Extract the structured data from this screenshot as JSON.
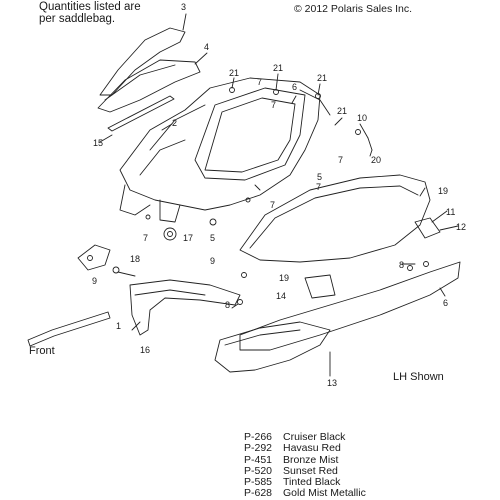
{
  "header": {
    "quantity_note_line1": "Quantities listed are",
    "quantity_note_line2": "per saddlebag.",
    "copyright": "© 2012 Polaris Sales Inc."
  },
  "labels": {
    "front": "Front",
    "view": "LH Shown"
  },
  "callouts": [
    "3",
    "4",
    "21",
    "21",
    "7",
    "6",
    "21",
    "7",
    "21",
    "2",
    "15",
    "10",
    "20",
    "7",
    "5",
    "7",
    "7",
    "19",
    "11",
    "12",
    "7",
    "17",
    "5",
    "9",
    "18",
    "8",
    "14",
    "19",
    "8",
    "9",
    "6",
    "1",
    "16",
    "13"
  ],
  "color_table": [
    {
      "code": "P-266",
      "name": "Cruiser Black"
    },
    {
      "code": "P-292",
      "name": "Havasu Red"
    },
    {
      "code": "P-451",
      "name": "Bronze Mist"
    },
    {
      "code": "P-520",
      "name": "Sunset Red"
    },
    {
      "code": "P-585",
      "name": "Tinted Black"
    },
    {
      "code": "P-628",
      "name": "Gold Mist Metallic"
    }
  ]
}
